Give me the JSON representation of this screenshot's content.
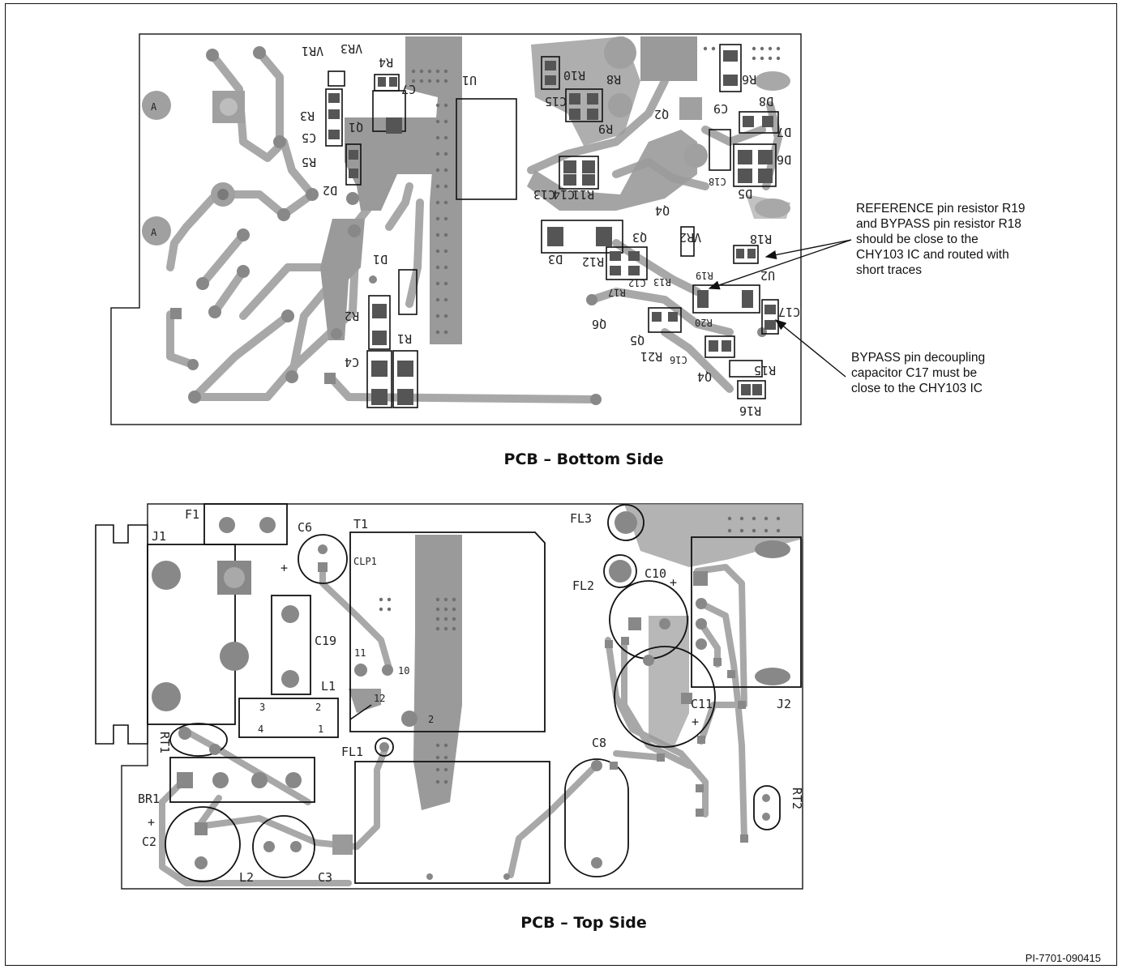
{
  "captions": {
    "bottom": "PCB – Bottom Side",
    "top": "PCB – Top Side"
  },
  "notes": {
    "reference_bypass": "REFERENCE pin resistor R19\nand BYPASS pin resistor R18\nshould be close to the\nCHY103 IC and routed with\nshort traces",
    "decoupling": "BYPASS pin decoupling\ncapacitor C17 must be\nclose to the CHY103 IC"
  },
  "document_id": "PI-7701-090415",
  "bottom_labels": {
    "vr1": "VR1",
    "vr3": "VR3",
    "r4": "R4",
    "c7": "C7",
    "u1": "U1",
    "r3": "R3",
    "q1": "Q1",
    "c5": "C5",
    "r5": "R5",
    "d2": "D2",
    "d1": "D1",
    "r2": "R2",
    "r1": "R1",
    "c4": "C4",
    "r10": "R10",
    "r8": "R8",
    "r6": "R6",
    "c15": "C15",
    "r9": "R9",
    "q2": "Q2",
    "c9": "C9",
    "d8": "D8",
    "d7": "D7",
    "d6": "D6",
    "c18": "C18",
    "d5": "D5",
    "c13": "C13",
    "c14": "C14",
    "r11": "R11",
    "q4": "Q4",
    "d3": "D3",
    "q3": "Q3",
    "vr2": "VR2",
    "r12": "R12",
    "c12": "C12",
    "r18": "R18",
    "r19": "R19",
    "u2": "U2",
    "c17": "C17",
    "r13": "R13",
    "r17": "R17",
    "q6": "Q6",
    "q5": "Q5",
    "r20": "R20",
    "r21": "R21",
    "c16": "C16",
    "q4b": "Q4",
    "r15": "R15",
    "r16": "R16"
  },
  "top_labels": {
    "f1": "F1",
    "j1": "J1",
    "c6": "C6",
    "t1": "T1",
    "clp1": "CLP1",
    "c19": "C19",
    "l1": "L1",
    "pin11": "11",
    "pin10": "10",
    "pin12": "12",
    "pin2": "2",
    "l1p3": "3",
    "l1p2": "2",
    "l1p4": "4",
    "l1p1": "1",
    "rt1": "RT1",
    "fl1": "FL1",
    "br1": "BR1",
    "c2": "C2",
    "l2": "L2",
    "c3": "C3",
    "fl3": "FL3",
    "fl2": "FL2",
    "c10": "C10",
    "c11": "C11",
    "j2": "J2",
    "c8": "C8",
    "rt2": "RT2",
    "plus": "+"
  }
}
